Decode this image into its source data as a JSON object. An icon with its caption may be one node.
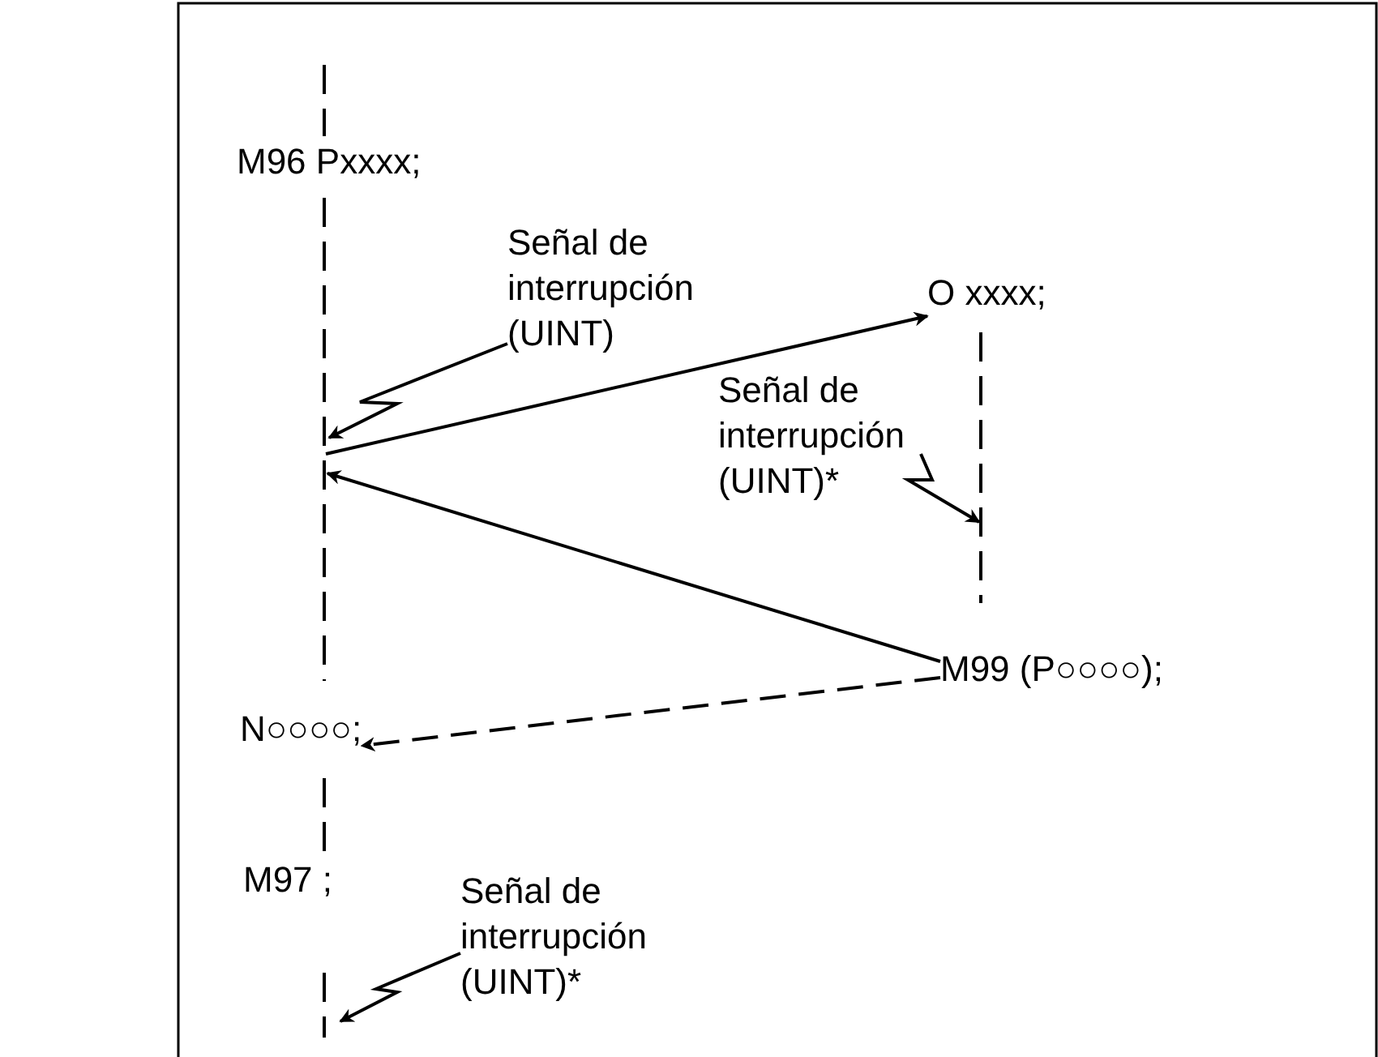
{
  "diagram": {
    "nodes": [
      {
        "text": [
          "M96 Pxxxx;"
        ]
      },
      {
        "text": [
          "Señal de interrupción (UINT)"
        ]
      },
      {
        "text": [
          "O xxxx;"
        ]
      },
      {
        "text": [
          "Señal de interrupción (UINT)*"
        ]
      },
      {
        "text": [
          "M99 (P○○○○);"
        ]
      },
      {
        "text": [
          "N○○○○;"
        ]
      },
      {
        "text": [
          "M97 ;"
        ]
      },
      {
        "text": [
          "Señal de interrupción (UINT)*"
        ]
      }
    ],
    "edges": [
      {
        "from": null,
        "to": 2,
        "arrow": "to"
      },
      {
        "from": 4,
        "to": null,
        "arrow": "to"
      },
      {
        "from": 4,
        "to": 5,
        "arrow": "to",
        "style": "dashed"
      },
      {
        "from": 1,
        "to": null,
        "arrow": "to"
      },
      {
        "from": 3,
        "to": null,
        "arrow": "to"
      },
      {
        "from": 7,
        "to": null,
        "arrow": "to"
      }
    ]
  }
}
